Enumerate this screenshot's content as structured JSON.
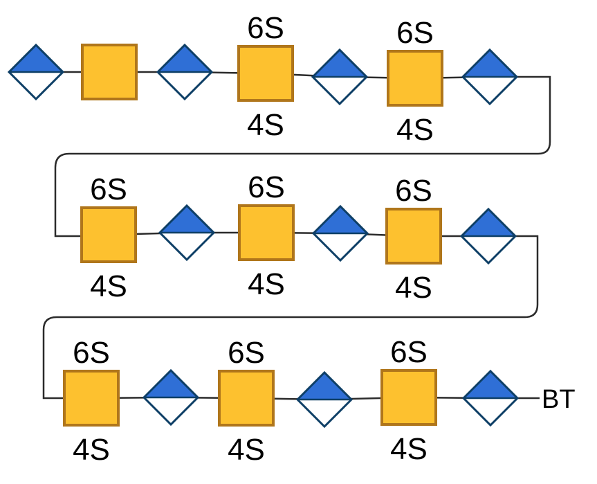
{
  "colors": {
    "square_fill": "#FDC12F",
    "square_stroke": "#B0761B",
    "diamond_top": "#2F6FD6",
    "diamond_bottom": "#FFFFFF",
    "diamond_stroke": "#0E3F66",
    "line": "#2B2B2B"
  },
  "legend_icons": [
    "yellow-square",
    "blue-white-diamond"
  ],
  "rows": [
    {
      "items": [
        {
          "type": "diamond"
        },
        {
          "type": "square",
          "top": "",
          "bottom": ""
        },
        {
          "type": "diamond"
        },
        {
          "type": "square",
          "top": "6S",
          "bottom": "4S"
        },
        {
          "type": "diamond"
        },
        {
          "type": "square",
          "top": "6S",
          "bottom": "4S"
        },
        {
          "type": "diamond"
        }
      ]
    },
    {
      "items": [
        {
          "type": "square",
          "top": "6S",
          "bottom": "4S"
        },
        {
          "type": "diamond"
        },
        {
          "type": "square",
          "top": "6S",
          "bottom": "4S"
        },
        {
          "type": "diamond"
        },
        {
          "type": "square",
          "top": "6S",
          "bottom": "4S"
        },
        {
          "type": "diamond"
        }
      ]
    },
    {
      "items": [
        {
          "type": "square",
          "top": "6S",
          "bottom": "4S"
        },
        {
          "type": "diamond"
        },
        {
          "type": "square",
          "top": "6S",
          "bottom": "4S"
        },
        {
          "type": "diamond"
        },
        {
          "type": "square",
          "top": "6S",
          "bottom": "4S"
        },
        {
          "type": "diamond"
        }
      ]
    }
  ],
  "end_label": "BT"
}
